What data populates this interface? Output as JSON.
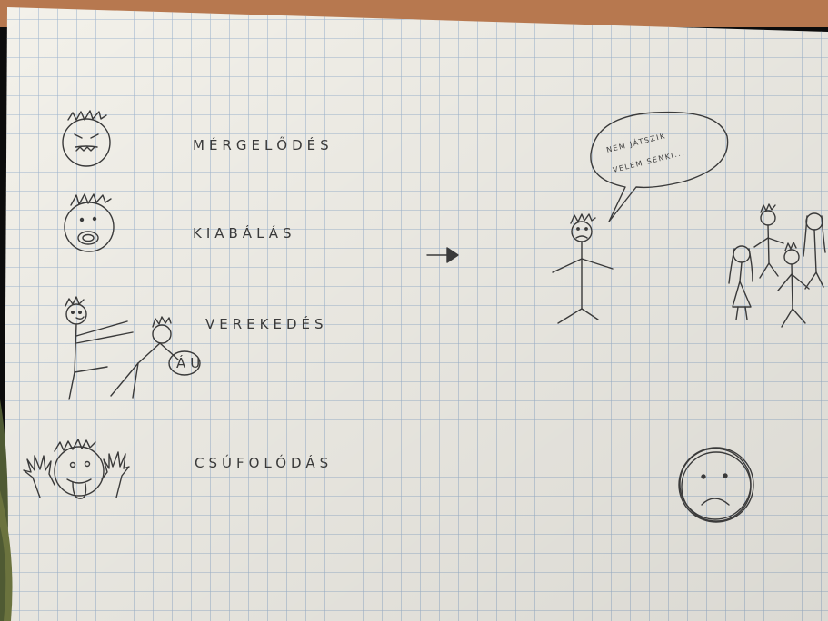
{
  "labels": {
    "mergelodes": "MÉRGELŐDÉS",
    "kiabalas": "KIABÁLÁS",
    "verekedes": "VEREKEDÉS",
    "csufolodas": "CSÚFOLÓDÁS"
  },
  "bubble": {
    "icon": "ÁU",
    "line1": "NEM JÁTSZIK",
    "line2": "VELEM SENKI..."
  },
  "colors": {
    "paper": "#f3f1ea",
    "grid": "#9fb6cf",
    "pencil": "#3a3a3a",
    "desk": "#b7784f"
  }
}
